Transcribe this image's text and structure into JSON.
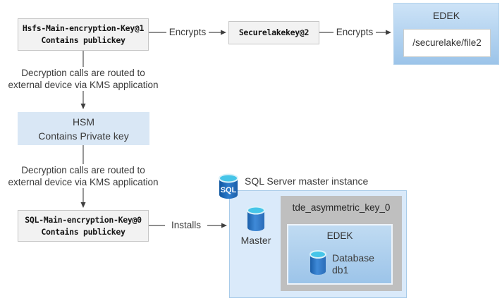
{
  "colors": {
    "key_box_fill": "#f2f2f2",
    "key_box_border": "#c6c6c6",
    "hsm_fill": "#d9e7f5",
    "edek_fill_top": "#cde3f7",
    "edek_fill_bottom": "#9cc4e9",
    "container_fill": "#daeafa",
    "container_border": "#a8cbe9",
    "tde_fill": "#bfbfbf",
    "cylinder_blue": "#2a6cb8",
    "cylinder_cyan": "#46c5e8",
    "text": "#3d3d3d",
    "line": "#6a6a6a"
  },
  "nodes": {
    "hsfs_key": {
      "name": "Hsfs-Main-encryption-Key@1",
      "detail": "Contains publickey"
    },
    "securelake_key": {
      "name": "Securelakekey@2"
    },
    "edek_file": {
      "title": "EDEK",
      "path": "/securelake/file2"
    },
    "hsm": {
      "name": "HSM",
      "detail": "Contains Private key"
    },
    "sql_key": {
      "name": "SQL-Main-encryption-Key@0",
      "detail": "Contains publickey"
    },
    "sql_server": {
      "title": "SQL Server master instance",
      "icon_label": "SQL",
      "master_label": "Master",
      "tde_key": "tde_asymmetric_key_0",
      "edek_title": "EDEK",
      "database_line1": "Database",
      "database_line2": "db1"
    }
  },
  "edges": {
    "encrypts_1": "Encrypts",
    "encrypts_2": "Encrypts",
    "installs": "Installs",
    "kms_note_1": {
      "line1": "Decryption calls are routed to",
      "line2": "external device via KMS application"
    },
    "kms_note_2": {
      "line1": "Decryption calls are routed to",
      "line2": "external device via KMS application"
    }
  }
}
